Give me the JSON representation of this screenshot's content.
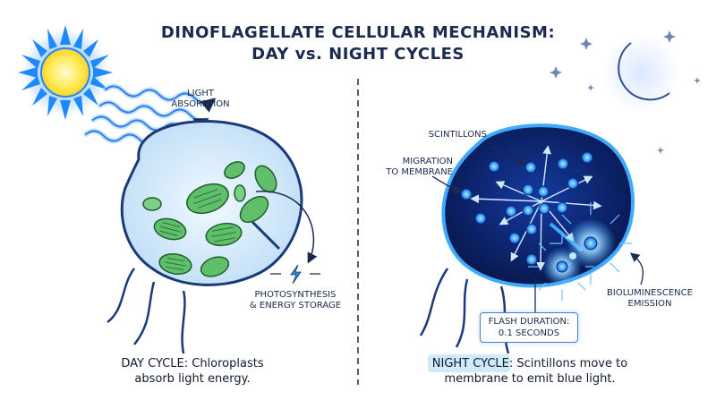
{
  "title": {
    "line1": "DINOFLAGELLATE CELLULAR MECHANISM:",
    "line2": "DAY vs. NIGHT CYCLES"
  },
  "day": {
    "light_label_1": "LIGHT",
    "light_label_2": "ABSORPTION",
    "photo_label_1": "PHOTOSYNTHESIS",
    "photo_label_2": "& ENERGY STORAGE",
    "caption_line1": "DAY CYCLE: Chloroplasts",
    "caption_line2": "absorb light energy."
  },
  "night": {
    "scintillons_label": "SCINTILLONS",
    "migration_label_1": "MIGRATION",
    "migration_label_2": "TO MEMBRANE",
    "flash_line1": "FLASH DURATION:",
    "flash_line2": "0.1 SECONDS",
    "biolum_label_1": "BIOLUMINESCENCE",
    "biolum_label_2": "EMISSION",
    "caption_line1": "NIGHT CYCLE: Scintillons move to",
    "caption_line2": "membrane to emit blue light."
  },
  "colors": {
    "title": "#1b2a4e",
    "sun": "#ffe84a",
    "sun_glow": "#1e88ff",
    "chloroplast": "#5fbf6a",
    "cell_day": "#dcefff",
    "cell_night": "#0b1f5c",
    "scintillon": "#3fa9ff",
    "highlight": "#cfeaf8"
  },
  "icons": [
    "sun-icon",
    "moon-icon",
    "star-icon",
    "lightning-icon"
  ]
}
